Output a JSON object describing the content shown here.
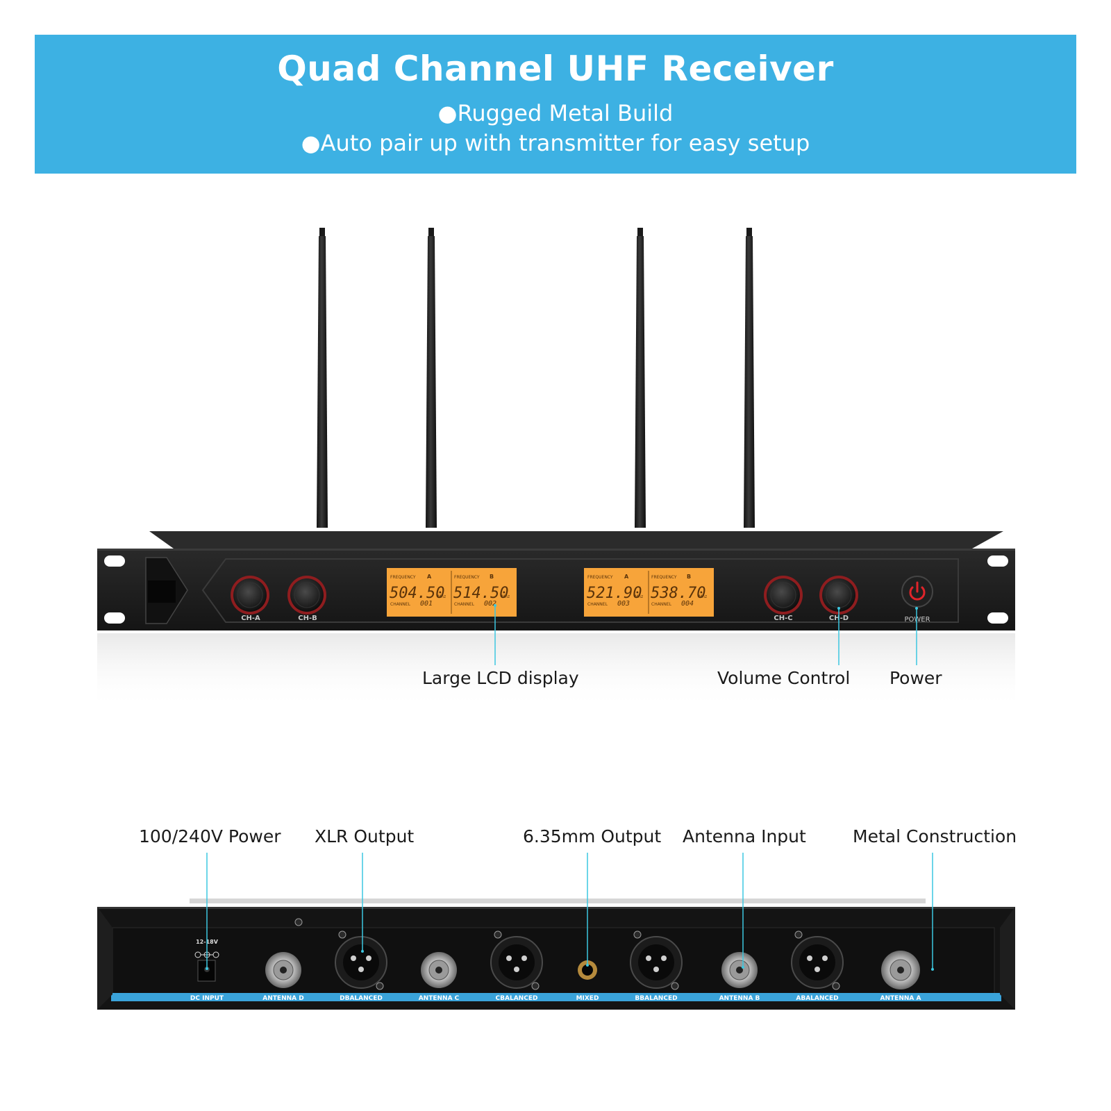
{
  "banner": {
    "title": "Quad Channel UHF Receiver",
    "bullets": [
      "●Rugged Metal Build",
      "●Auto pair up with transmitter for easy setup"
    ]
  },
  "front_panel": {
    "knobs": [
      {
        "label": "CH-A"
      },
      {
        "label": "CH-B"
      },
      {
        "label": "CH-C"
      },
      {
        "label": "CH-D"
      }
    ],
    "power_label": "POWER",
    "lcd_panels": [
      {
        "left": {
          "frequency_label": "FREQUENCY",
          "group": "A",
          "frequency": "504.50",
          "unit": "Mhz",
          "channel_label": "CHANNEL",
          "channel": "001"
        },
        "right": {
          "frequency_label": "FREQUENCY",
          "group": "B",
          "frequency": "514.50",
          "unit": "Mhz",
          "channel_label": "CHANNEL",
          "channel": "002"
        }
      },
      {
        "left": {
          "frequency_label": "FREQUENCY",
          "group": "A",
          "frequency": "521.90",
          "unit": "Mhz",
          "channel_label": "CHANNEL",
          "channel": "003"
        },
        "right": {
          "frequency_label": "FREQUENCY",
          "group": "B",
          "frequency": "538.70",
          "unit": "Mhz",
          "channel_label": "CHANNEL",
          "channel": "004"
        }
      }
    ]
  },
  "front_callouts": {
    "lcd": "Large LCD display",
    "volume": "Volume Control",
    "power": "Power"
  },
  "rear_panel": {
    "dc_voltage": "12-18V",
    "labels": [
      "DC INPUT",
      "ANTENNA D",
      "DBALANCED",
      "ANTENNA C",
      "CBALANCED",
      "MIXED",
      "BBALANCED",
      "ANTENNA B",
      "ABALANCED",
      "ANTENNA A"
    ]
  },
  "rear_callouts": {
    "power": "100/240V Power",
    "xlr": "XLR Output",
    "jack": "6.35mm Output",
    "antenna": "Antenna Input",
    "metal": "Metal Construction"
  },
  "colors": {
    "banner": "#3db1e3",
    "lcd": "#f7a43a",
    "leader": "#3cc7e0",
    "knob_ring": "#c0282a",
    "rear_strip": "#3aa3da"
  }
}
